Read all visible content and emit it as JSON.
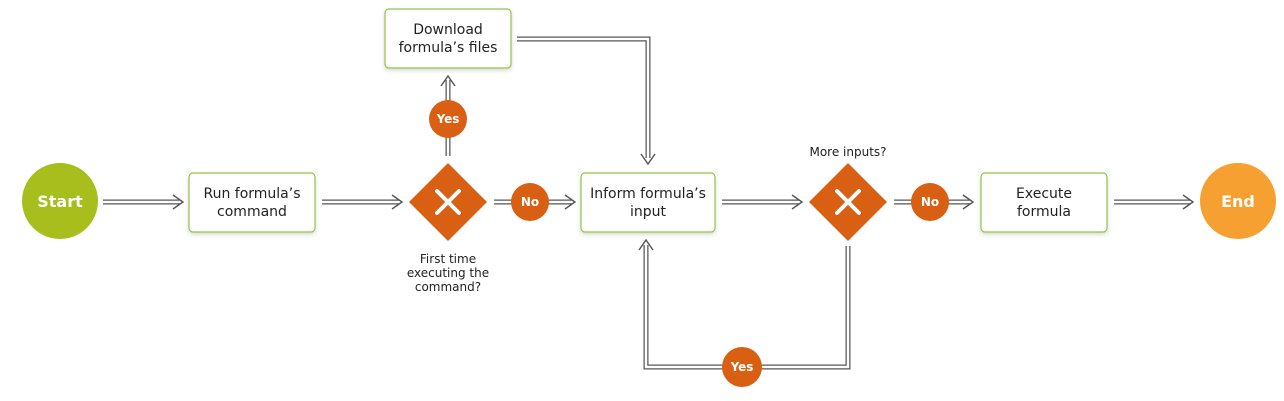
{
  "colors": {
    "start": "#a8be1c",
    "end": "#f7a032",
    "decision": "#d95f12",
    "badge": "#d95f12",
    "box_border": "#8cc63f",
    "connector": "#555555"
  },
  "nodes": {
    "start": {
      "label": "Start"
    },
    "end": {
      "label": "End"
    },
    "run_command": {
      "lines": [
        "Run formula’s",
        "command"
      ]
    },
    "download_files": {
      "lines": [
        "Download",
        "formula’s files"
      ]
    },
    "inform_input": {
      "lines": [
        "Inform formula’s",
        "input"
      ]
    },
    "execute_formula": {
      "lines": [
        "Execute",
        "formula"
      ]
    },
    "decision_first_time": {
      "icon": "x-icon",
      "question_lines": [
        "First time",
        "executing the",
        "command?"
      ]
    },
    "decision_more_inputs": {
      "icon": "x-icon",
      "question_lines": [
        "More inputs?"
      ]
    }
  },
  "badges": {
    "first_time_yes": "Yes",
    "first_time_no": "No",
    "more_inputs_no": "No",
    "more_inputs_yes": "Yes"
  }
}
